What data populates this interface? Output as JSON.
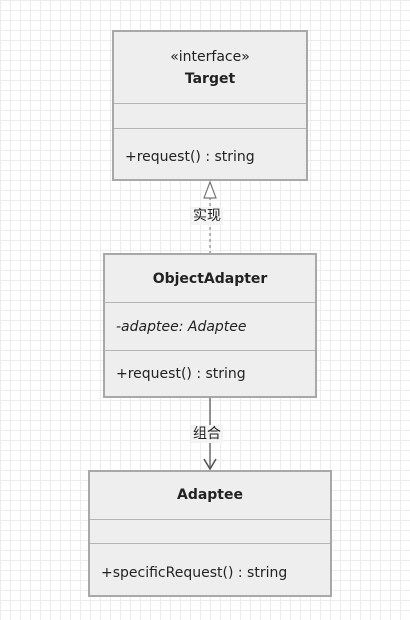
{
  "classes": {
    "target": {
      "stereotype": "«interface»",
      "name": "Target",
      "attributes": [],
      "methods": [
        "+request() : string"
      ]
    },
    "object_adapter": {
      "name": "ObjectAdapter",
      "attributes": [
        "-adaptee: Adaptee"
      ],
      "methods": [
        "+request() : string"
      ]
    },
    "adaptee": {
      "name": "Adaptee",
      "attributes": [],
      "methods": [
        "+specificRequest() : string"
      ]
    }
  },
  "relations": {
    "realization_label": "实现",
    "composition_label": "组合"
  },
  "colors": {
    "box_fill": "#eeeeee",
    "box_border": "#a8a8a8",
    "line": "#888888",
    "arrow": "#555555"
  }
}
